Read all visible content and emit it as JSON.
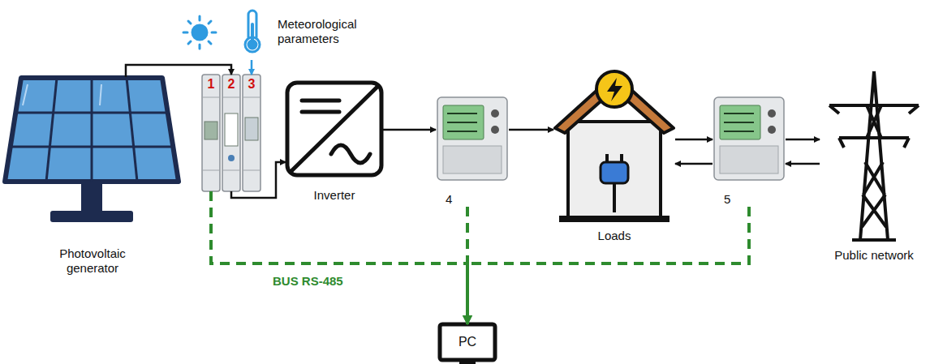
{
  "diagram": {
    "nodes": [
      {
        "text": [
          "Photovoltaic generator"
        ]
      },
      {
        "text": [
          "1"
        ]
      },
      {
        "text": [
          "2"
        ]
      },
      {
        "text": [
          "3"
        ]
      },
      {
        "text": [
          "Meteorological parameters"
        ]
      },
      {
        "text": [
          "Inverter"
        ]
      },
      {
        "text": [
          "4"
        ]
      },
      {
        "text": [
          "Loads"
        ]
      },
      {
        "text": [
          "5"
        ]
      },
      {
        "text": [
          "Public network"
        ]
      },
      {
        "text": [
          "PC"
        ]
      }
    ],
    "edges": [
      {
        "from": 0,
        "to": 2,
        "arrow": "to"
      },
      {
        "from": 4,
        "to": 3,
        "arrow": "to"
      },
      {
        "from": 2,
        "to": 5,
        "arrow": "to"
      },
      {
        "from": 5,
        "to": 6,
        "arrow": "to"
      },
      {
        "from": 6,
        "to": 7,
        "arrow": "to"
      },
      {
        "from": 7,
        "to": 8,
        "arrow": "to"
      },
      {
        "from": 8,
        "to": 7,
        "arrow": "to"
      },
      {
        "from": 8,
        "to": 9,
        "arrow": "to"
      },
      {
        "from": 9,
        "to": 8,
        "arrow": "to"
      },
      {
        "from": 1,
        "to": 10,
        "arrow": "to"
      },
      {
        "from": 6,
        "to": 10,
        "arrow": "to"
      },
      {
        "from": 8,
        "to": 10,
        "arrow": "to"
      }
    ],
    "labels": [
      "BUS RS-485"
    ]
  }
}
